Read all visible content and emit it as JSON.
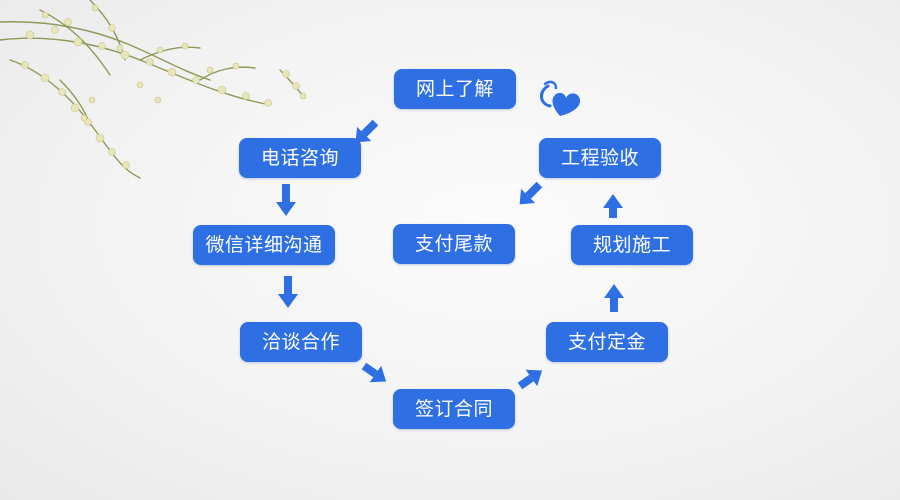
{
  "colors": {
    "box": "#2f6fe4",
    "arrow": "#2f6fe4",
    "text": "#ffffff",
    "background": "#f2f2f2"
  },
  "steps": [
    {
      "label": "网上了解"
    },
    {
      "label": "电话咨询"
    },
    {
      "label": "微信详细沟通"
    },
    {
      "label": "洽谈合作"
    },
    {
      "label": "签订合同"
    },
    {
      "label": "支付定金"
    },
    {
      "label": "规划施工"
    },
    {
      "label": "工程验收"
    },
    {
      "label": "支付尾款"
    }
  ],
  "decorations": {
    "top_left": "dried-flower-branch",
    "top_right": "heart-logo-icon"
  }
}
